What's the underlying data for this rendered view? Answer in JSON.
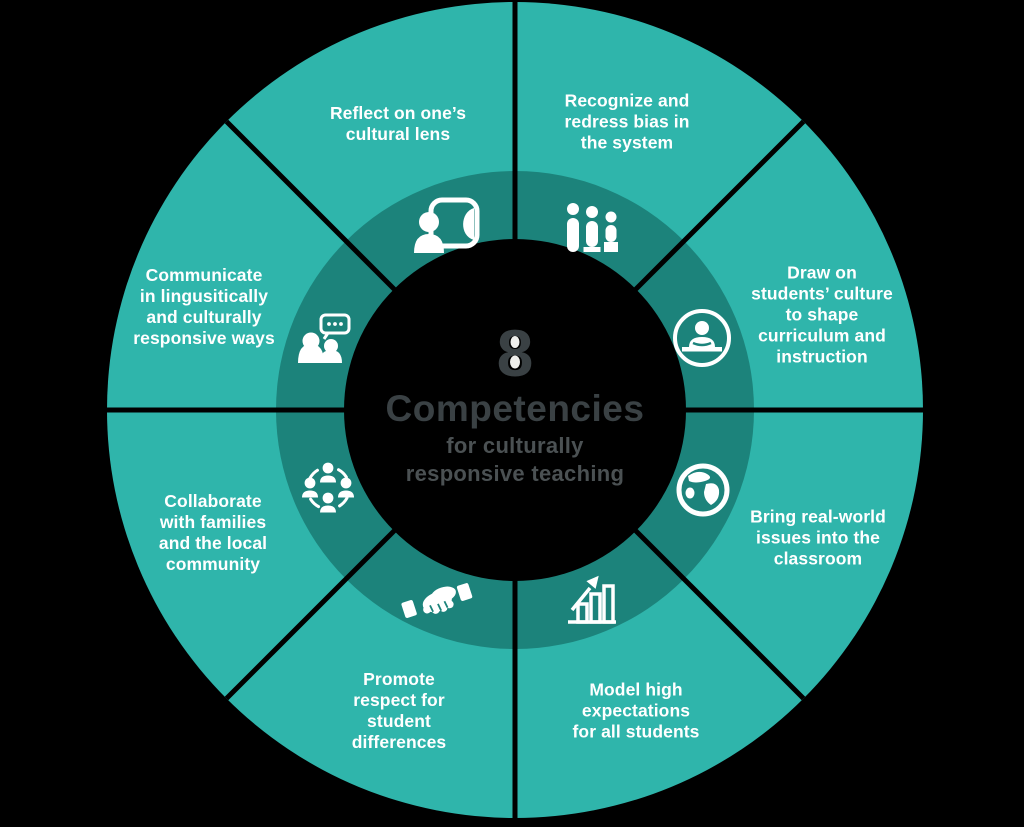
{
  "title": "8 Competencies for culturally responsive teaching",
  "center": {
    "number": "8",
    "title": "Competencies",
    "subtitle_line1": "for culturally",
    "subtitle_line2": "responsive teaching"
  },
  "segments": [
    {
      "label": "Reflect on one’s\ncultural lens",
      "icon": "mirror-reflection"
    },
    {
      "label": "Recognize and\nredress bias in\nthe system",
      "icon": "equity-people"
    },
    {
      "label": "Draw on\nstudents’ culture\nto shape\ncurriculum and\ninstruction",
      "icon": "person-at-laptop"
    },
    {
      "label": "Bring real-world\nissues into the\nclassroom",
      "icon": "globe"
    },
    {
      "label": "Model high\nexpectations\nfor all students",
      "icon": "growth-chart"
    },
    {
      "label": "Promote\nrespect for\nstudent\ndifferences",
      "icon": "handshake"
    },
    {
      "label": "Collaborate\nwith families\nand the local\ncommunity",
      "icon": "community-circle"
    },
    {
      "label": "Communicate\nin lingusitically\nand culturally\nresponsive ways",
      "icon": "people-chat"
    }
  ],
  "colors": {
    "outer_ring": "#2fb5ab",
    "inner_ring": "#1c837b",
    "background": "#000000",
    "icon": "#ffffff",
    "label_text": "#ffffff",
    "center_title_text": "#3a4144",
    "center_subtitle_text": "#4b5153"
  }
}
